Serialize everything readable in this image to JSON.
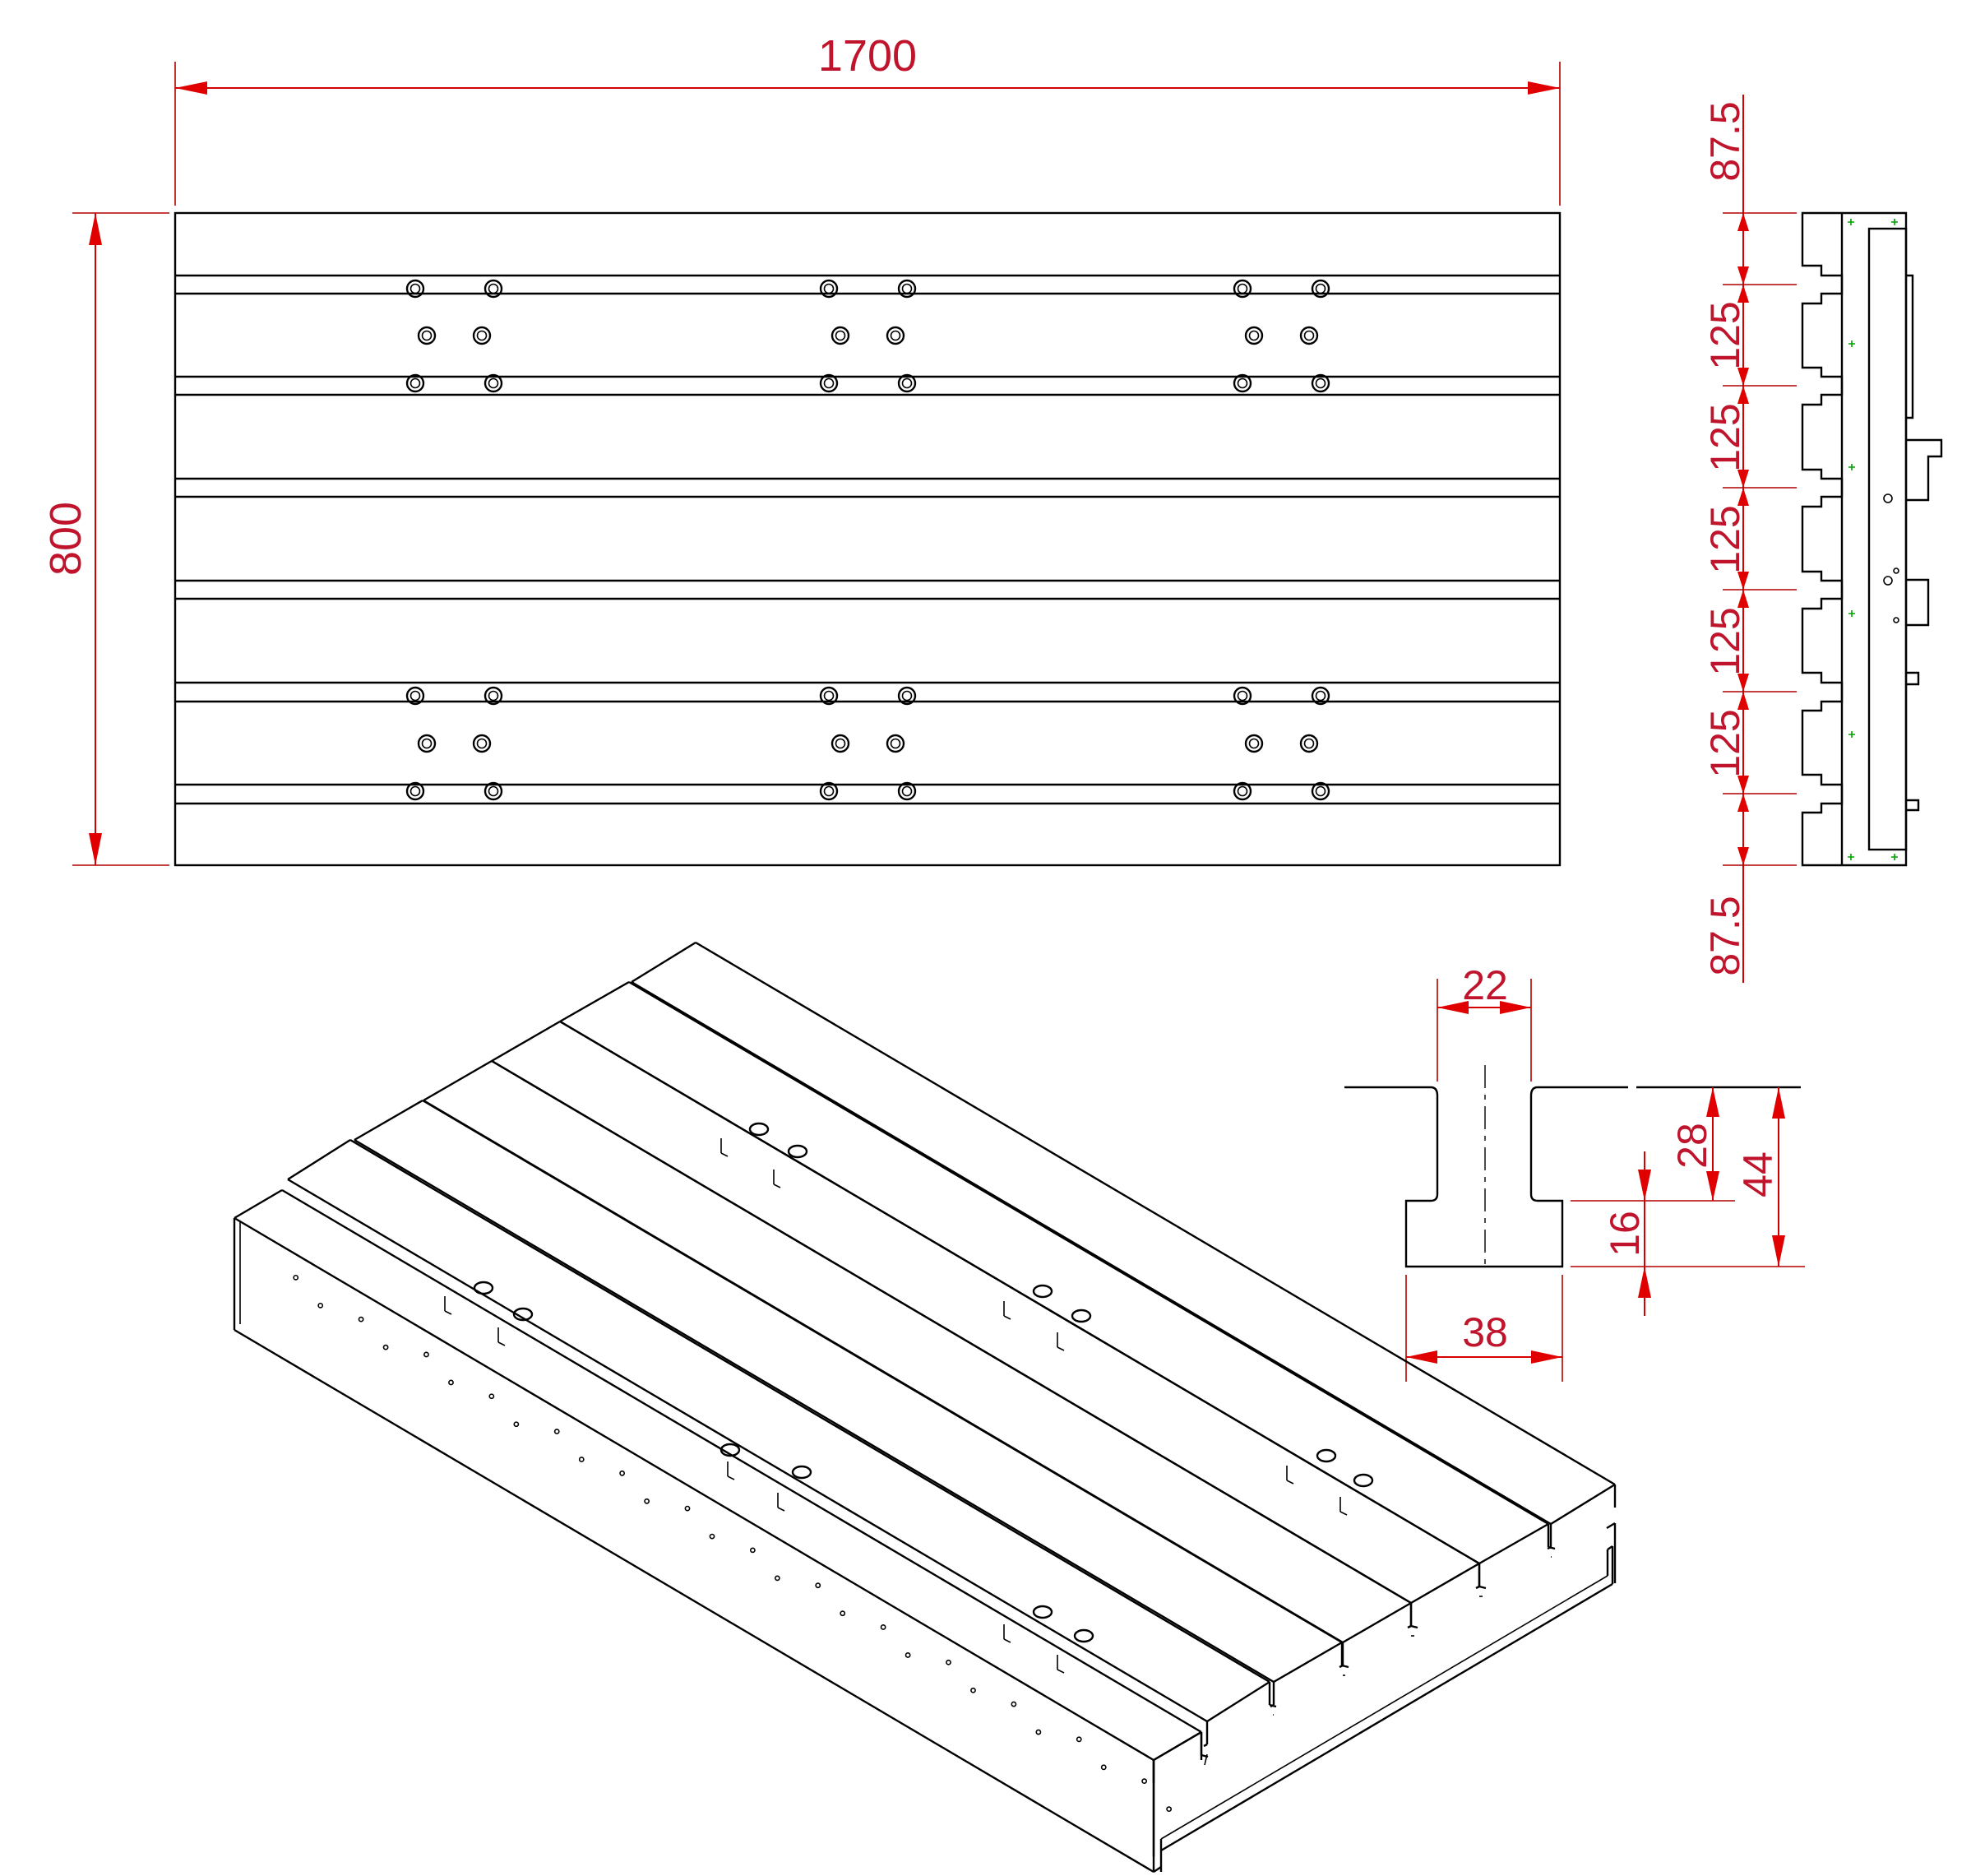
{
  "dimensions": {
    "top_length": "1700",
    "left_height": "800",
    "side_top_margin": "87.5",
    "side_bottom_margin": "87.5",
    "side_spacings": [
      "125",
      "125",
      "125",
      "125",
      "125"
    ],
    "slot_width": "22",
    "slot_base_width": "38",
    "slot_depth_upper": "28",
    "slot_depth_total": "44",
    "slot_head_height": "16"
  },
  "colors": {
    "outline": "#000000",
    "dimension": "#d40000",
    "dimension_text": "#c0142c",
    "marker": "#00a000"
  }
}
